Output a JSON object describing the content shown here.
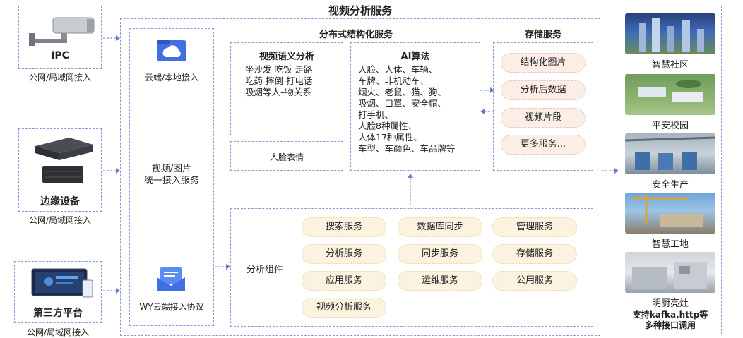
{
  "title": "视频分析服务",
  "devices": [
    {
      "name": "IPC",
      "caption": "公网/局域网接入"
    },
    {
      "name": "边缘设备",
      "caption": "公网/局域网接入"
    },
    {
      "name": "第三方平台",
      "caption": "公网/局域网接入"
    }
  ],
  "access": {
    "cloud_label": "云端/本地接入",
    "unified_label": "视频/图片\n统一接入服务",
    "protocol_label": "WY云端接入协议"
  },
  "structured": {
    "title": "分布式结构化服务",
    "semantic_title": "视频语义分析",
    "semantic_text": "坐沙发 吃饭 走路\n吃药 摔倒 打电话\n吸烟等人–物关系",
    "face_expr": "人脸表情",
    "ai_title": "AI算法",
    "ai_text": "人脸、人体、车辆、\n车牌、非机动车、\n烟火、老鼠、猫、狗、\n吸烟、口罩、安全帽、\n打手机、\n人脸8种属性、\n人体17种属性、\n车型、车颜色、车品牌等"
  },
  "storage": {
    "title": "存储服务",
    "items": [
      "结构化图片",
      "分析后数据",
      "视频片段",
      "更多服务..."
    ]
  },
  "components": {
    "title": "分析组件",
    "items": [
      "搜索服务",
      "数据库同步",
      "管理服务",
      "分析服务",
      "同步服务",
      "存储服务",
      "应用服务",
      "运维服务",
      "公用服务",
      "视频分析服务"
    ]
  },
  "scenes": {
    "items": [
      "智慧社区",
      "平安校园",
      "安全生产",
      "智慧工地",
      "明厨亮灶"
    ],
    "footer": "支持kafka,http等\n多种接口调用"
  },
  "colors": {
    "dash": "#8a96d8",
    "pill": "#fbeee6",
    "pill_alt": "#fbf2e0",
    "accent": "#3f6fe0"
  }
}
